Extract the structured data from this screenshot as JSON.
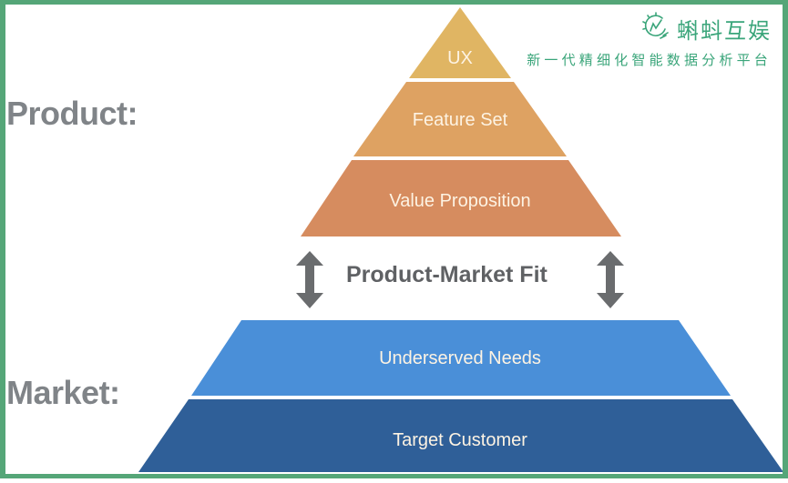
{
  "diagram": {
    "title": "Product-Market Fit Pyramid",
    "side_labels": {
      "product": "Product:",
      "market": "Market:"
    },
    "product_layers": [
      {
        "label": "UX",
        "color": "#e0b563"
      },
      {
        "label": "Feature Set",
        "color": "#dea262"
      },
      {
        "label": "Value Proposition",
        "color": "#d68c5f"
      }
    ],
    "fit_label": "Product-Market Fit",
    "arrow_color": "#6a6c6e",
    "market_layers": [
      {
        "label": "Underserved Needs",
        "color": "#4a8fd8"
      },
      {
        "label": "Target Customer",
        "color": "#2f5f98"
      }
    ],
    "layer_text_color": "#fdf3e3"
  },
  "watermark": {
    "brand": "蝌蚪互娱",
    "tagline": "新一代精细化智能数据分析平台",
    "color": "#3aa57a"
  },
  "frame_color": "#55a678"
}
